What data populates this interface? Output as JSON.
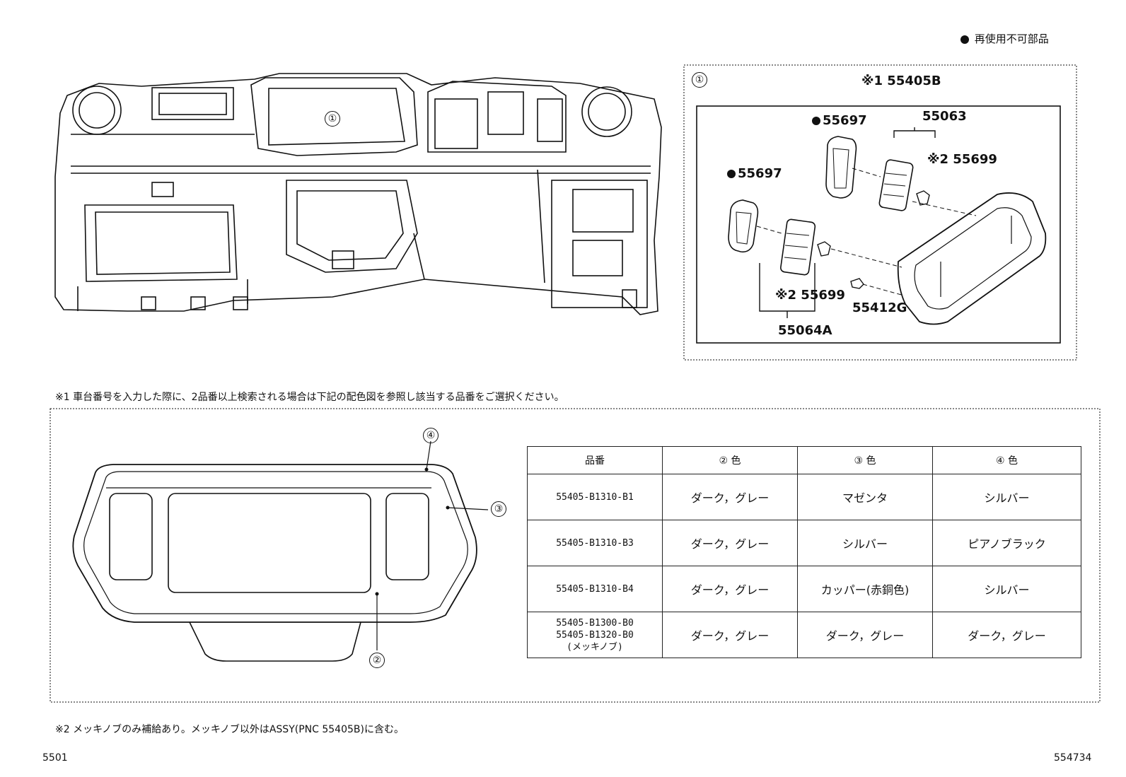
{
  "legend": {
    "text": "再使用不可部品"
  },
  "main_diagram": {
    "callout": "①"
  },
  "detail": {
    "callout": "①",
    "labels": {
      "assy": "※1 55405B",
      "clip_top": "55697",
      "clip_left": "55697",
      "vent_top": "55063",
      "knob_top": "※2 55699",
      "knob_bottom": "※2 55699",
      "bracket": "55412G",
      "vent_bottom": "55064A"
    }
  },
  "note1": "※1 車台番号を入力した際に、2品番以上検索される場合は下記の配色図を参照し該当する品番をご選択ください。",
  "color_figure": {
    "callouts": [
      "②",
      "③",
      "④"
    ]
  },
  "color_table": {
    "headers": [
      "品番",
      "② 色",
      "③ 色",
      "④ 色"
    ],
    "rows": [
      {
        "part": [
          "55405-B1310-B1"
        ],
        "c2": "ダーク，グレー",
        "c3": "マゼンタ",
        "c4": "シルバー"
      },
      {
        "part": [
          "55405-B1310-B3"
        ],
        "c2": "ダーク，グレー",
        "c3": "シルバー",
        "c4": "ピアノブラック"
      },
      {
        "part": [
          "55405-B1310-B4"
        ],
        "c2": "ダーク，グレー",
        "c3": "カッパー(赤銅色)",
        "c4": "シルバー"
      },
      {
        "part": [
          "55405-B1300-B0",
          "55405-B1320-B0",
          "(メッキノブ)"
        ],
        "c2": "ダーク，グレー",
        "c3": "ダーク，グレー",
        "c4": "ダーク，グレー"
      }
    ]
  },
  "note2": "※2 メッキノブのみ補給あり。メッキノブ以外はASSY(PNC 55405B)に含む。",
  "footer": {
    "left": "5501",
    "right": "554734"
  }
}
